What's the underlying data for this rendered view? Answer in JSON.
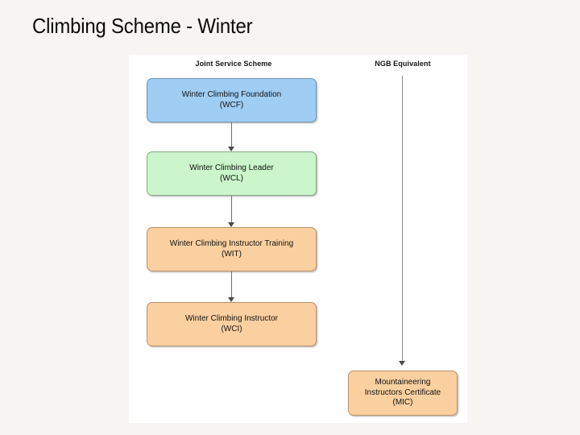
{
  "slide": {
    "title": "Climbing Scheme - Winter",
    "background_color": "#f7f5f2",
    "panel_background_color": "#ffffff"
  },
  "diagram": {
    "columns": [
      {
        "id": "joint-service-scheme",
        "header": "Joint Service Scheme"
      },
      {
        "id": "ngb-equivalent",
        "header": "NGB Equivalent"
      }
    ],
    "nodes": [
      {
        "id": "wcf",
        "label": "Winter Climbing Foundation\n(WCF)",
        "title": "Winter Climbing Foundation",
        "abbreviation": "(WCF)",
        "color": "#9fcdf4",
        "column": "joint-service-scheme"
      },
      {
        "id": "wcl",
        "label": "Winter Climbing Leader\n(WCL)",
        "title": "Winter Climbing Leader",
        "abbreviation": "(WCL)",
        "color": "#cbf5ca",
        "column": "joint-service-scheme"
      },
      {
        "id": "wit",
        "label": "Winter Climbing Instructor Training\n(WIT)",
        "title": "Winter Climbing Instructor Training",
        "abbreviation": "(WIT)",
        "color": "#fbd0a0",
        "column": "joint-service-scheme"
      },
      {
        "id": "wci",
        "label": "Winter Climbing Instructor\n(WCI)",
        "title": "Winter Climbing Instructor",
        "abbreviation": "(WCI)",
        "color": "#fbd0a0",
        "column": "joint-service-scheme"
      },
      {
        "id": "mic",
        "label": "Mountaineering\nInstructors Certificate\n(MIC)",
        "title": "Mountaineering Instructors Certificate",
        "abbreviation": "(MIC)",
        "color": "#fbd0a0",
        "column": "ngb-equivalent"
      }
    ],
    "connectors": [
      {
        "id": "wcf-to-wcl",
        "from": "wcf",
        "to": "wcl",
        "style": "arrow-down"
      },
      {
        "id": "wcl-to-wit",
        "from": "wcl",
        "to": "wit",
        "style": "arrow-down"
      },
      {
        "id": "wit-to-wci",
        "from": "wit",
        "to": "wci",
        "style": "arrow-down"
      },
      {
        "id": "ngb-column-to-mic",
        "from": "ngb-equivalent",
        "to": "mic",
        "style": "arrow-down-long"
      }
    ]
  }
}
